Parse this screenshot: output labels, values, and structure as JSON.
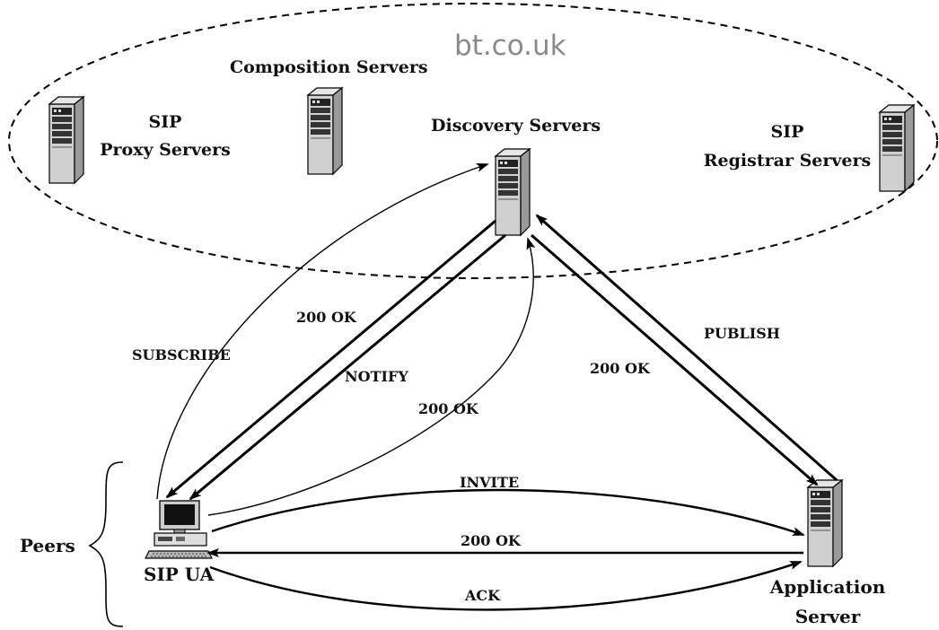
{
  "watermark": "bt.co.uk",
  "nodes": {
    "composition_servers": "Composition Servers",
    "sip_proxy_line1": "SIP",
    "sip_proxy_line2": "Proxy Servers",
    "discovery_servers": "Discovery Servers",
    "sip_registrar_line1": "SIP",
    "sip_registrar_line2": "Registrar Servers",
    "sip_ua": "SIP UA",
    "application_server_line1": "Application",
    "application_server_line2": "Server",
    "peers": "Peers"
  },
  "messages": {
    "subscribe": "SUBSCRIBE",
    "ok_subscribe": "200 OK",
    "notify": "NOTIFY",
    "ok_notify": "200 OK",
    "publish": "PUBLISH",
    "ok_publish": "200 OK",
    "invite": "INVITE",
    "ok_invite": "200 OK",
    "ack": "ACK"
  }
}
